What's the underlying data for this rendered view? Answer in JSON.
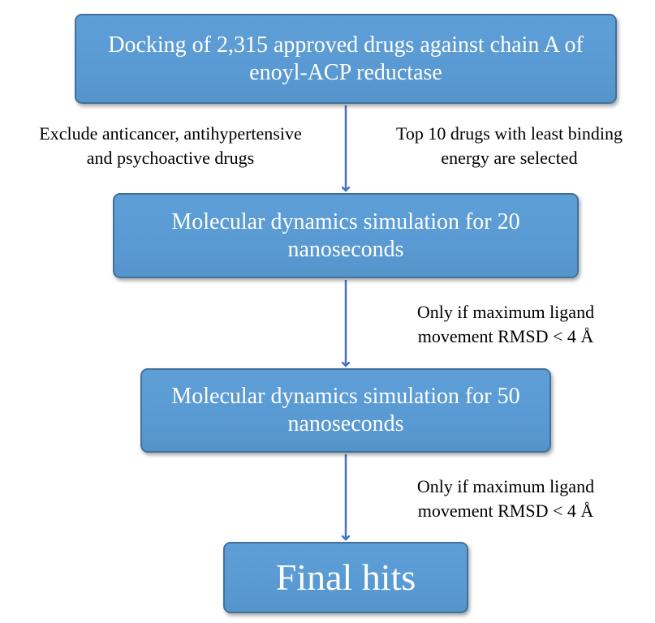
{
  "flowchart": {
    "step1": {
      "line1": "Docking of 2,315 approved drugs against chain A of",
      "line2": "enoyl-ACP reductase"
    },
    "step2": {
      "line1": "Molecular dynamics simulation for 20",
      "line2": "nanoseconds"
    },
    "step3": {
      "line1": "Molecular dynamics simulation for 50",
      "line2": "nanoseconds"
    },
    "step4": {
      "label": "Final hits"
    },
    "criteria": {
      "exclude": {
        "line1": "Exclude anticancer, antihypertensive",
        "line2": "and psychoactive drugs"
      },
      "top10": {
        "line1": "Top 10 drugs with least binding",
        "line2": "energy are selected"
      },
      "rmsd_after_20ns": {
        "line1": "Only if maximum ligand",
        "line2": "movement RMSD < 4 Å"
      },
      "rmsd_after_50ns": {
        "line1": "Only if maximum ligand",
        "line2": "movement RMSD < 4 Å"
      }
    },
    "colors": {
      "box_fill": "#5b9bd5",
      "box_border": "#41719c",
      "arrow": "#4472c4",
      "box_text": "#ffffff",
      "note_text": "#000000"
    }
  }
}
